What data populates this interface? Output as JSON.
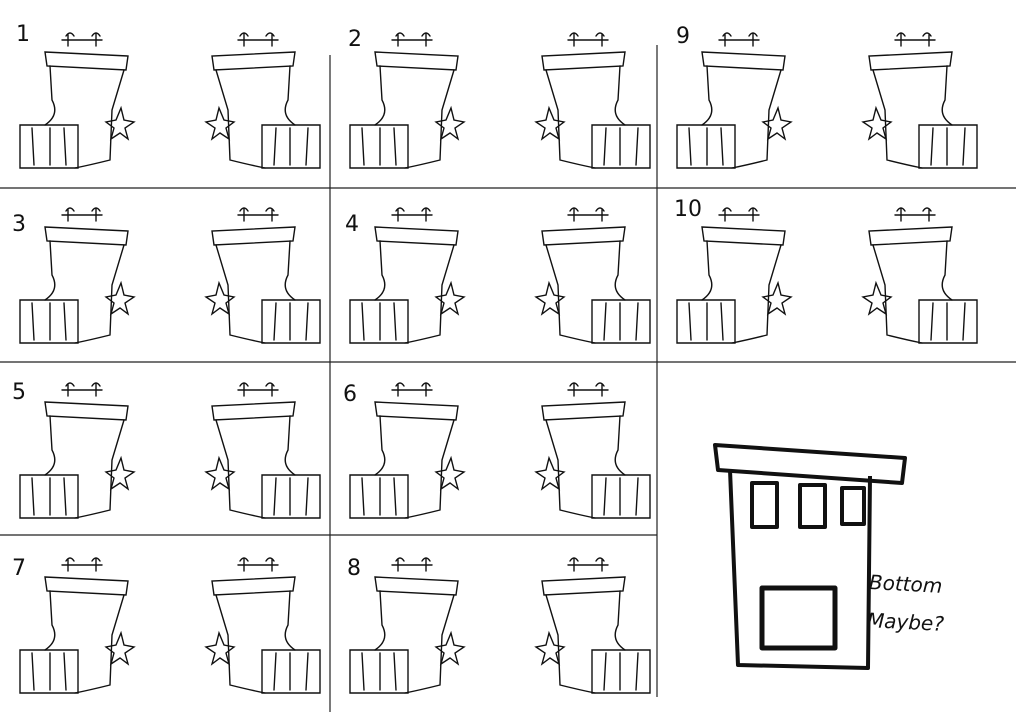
{
  "variants": [
    {
      "label": "1"
    },
    {
      "label": "2"
    },
    {
      "label": "9"
    },
    {
      "label": "3"
    },
    {
      "label": "4"
    },
    {
      "label": "10"
    },
    {
      "label": "5"
    },
    {
      "label": "6"
    },
    {
      "label": "7"
    },
    {
      "label": "8"
    }
  ],
  "note": {
    "line1": "Bottom",
    "line2": "Maybe?"
  },
  "colors": {
    "ink": "#111111",
    "paper": "#ffffff"
  }
}
